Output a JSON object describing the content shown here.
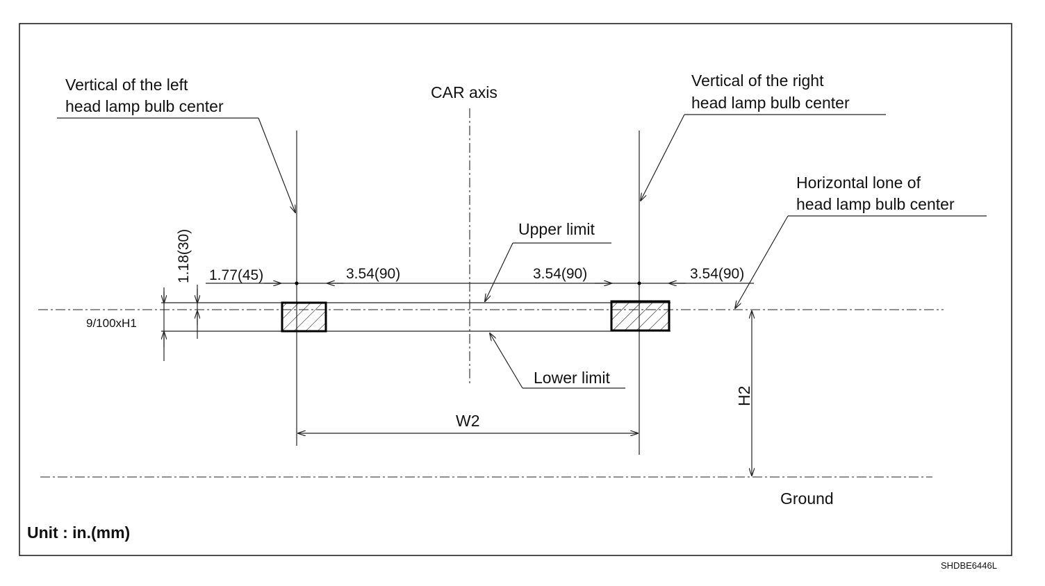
{
  "labels": {
    "left_vertical_line1": "Vertical of the left",
    "left_vertical_line2": "head lamp bulb center",
    "car_axis": "CAR axis",
    "right_vertical_line1": "Vertical of the right",
    "right_vertical_line2": "head lamp bulb center",
    "horizontal_line1": "Horizontal lone of",
    "horizontal_line2": "head lamp bulb center",
    "upper_limit": "Upper limit",
    "lower_limit": "Lower limit",
    "ground": "Ground",
    "w2": "W2",
    "h2": "H2"
  },
  "dimensions": {
    "vertical_offset": "1.18(30)",
    "left_inner": "1.77(45)",
    "left_outer": "3.54(90)",
    "right_inner": "3.54(90)",
    "right_outer": "3.54(90)",
    "tolerance_height": "9/100xH1"
  },
  "footer": {
    "unit": "Unit : in.(mm)",
    "figure_code": "SHDBE6446L"
  }
}
